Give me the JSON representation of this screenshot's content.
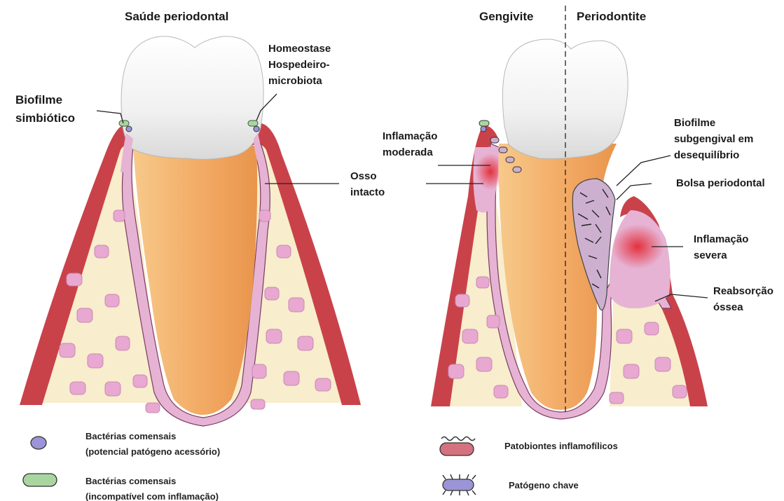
{
  "titles": {
    "health": "Saúde periodontal",
    "gingivitis": "Gengivite",
    "periodontitis": "Periodontite"
  },
  "labels": {
    "homeostasis_1": "Homeostase",
    "homeostasis_2": "Hospedeiro-",
    "homeostasis_3": "microbiota",
    "symbiotic_1": "Biofilme",
    "symbiotic_2": "simbiótico",
    "moderate_1": "Inflamação",
    "moderate_2": "moderada",
    "bone_1": "Osso",
    "bone_2": "intacto",
    "dysbiotic_1": "Biofilme",
    "dysbiotic_2": "subgengival em",
    "dysbiotic_3": "desequilíbrio",
    "pocket": "Bolsa periodontal",
    "severe_1": "Inflamação",
    "severe_2": "severa",
    "resorption_1": "Reabsorção",
    "resorption_2": "óssea"
  },
  "legend": {
    "commensal_round_1": "Bactérias comensais",
    "commensal_round_2": "(potencial patógeno acessório)",
    "commensal_rod_1": "Bactérias comensais",
    "commensal_rod_2": "(incompatível com inflamação)",
    "pathobionts": "Patobiontes inflamofílicos",
    "keystone": "Patógeno chave"
  },
  "colors": {
    "enamel": "#f2f2f2",
    "root": "#f3b06f",
    "gingiva": "#c9424a",
    "periodontal_ligament": "#e6b3d4",
    "bone": "#f8edcc",
    "marrow": "#e8a8d1",
    "inflammation": "#e4313d"
  }
}
